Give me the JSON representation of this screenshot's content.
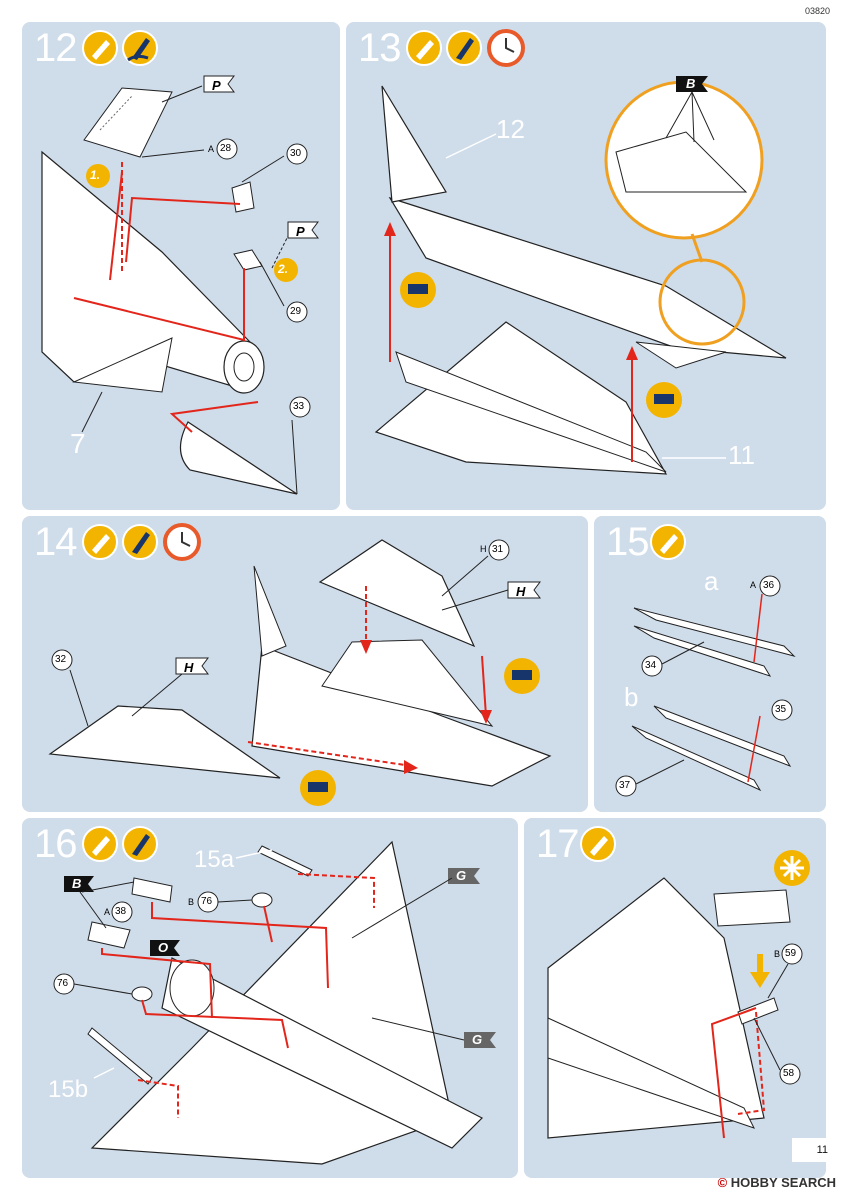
{
  "doc_code": "03820",
  "page_number": "11",
  "footer": {
    "brand": "HOBBY SEARCH",
    "mark": "©"
  },
  "steps": [
    {
      "number": "12",
      "labels": {
        "p1": "P",
        "p2": "P",
        "part28": "28",
        "part30": "30",
        "part29": "29",
        "part33": "33",
        "letterA": "A",
        "callout1": "1.",
        "callout2": "2.",
        "ref7": "7"
      }
    },
    {
      "number": "13",
      "labels": {
        "ref12": "12",
        "ref11": "11",
        "flagB": "B"
      }
    },
    {
      "number": "14",
      "labels": {
        "part31": "31",
        "part32": "32",
        "flagH1": "H",
        "flagH2": "H",
        "letterH": "H"
      }
    },
    {
      "number": "15",
      "labels": {
        "a": "a",
        "b": "b",
        "part36": "36",
        "part34": "34",
        "part35": "35",
        "part37": "37",
        "letterA": "A"
      }
    },
    {
      "number": "16",
      "labels": {
        "ref15a": "15a",
        "ref15b": "15b",
        "part76a": "76",
        "part76b": "76",
        "part38": "38",
        "flagB": "B",
        "flagO": "O",
        "flagG1": "G",
        "flagG2": "G",
        "letterB": "B",
        "letterA": "A"
      }
    },
    {
      "number": "17",
      "labels": {
        "part59": "59",
        "part58": "58",
        "letterB": "B"
      }
    }
  ],
  "colors": {
    "panel": "#cfdcea",
    "arrow": "#e3261b",
    "glue": "#f3b400",
    "clock": "#e85a2a"
  }
}
